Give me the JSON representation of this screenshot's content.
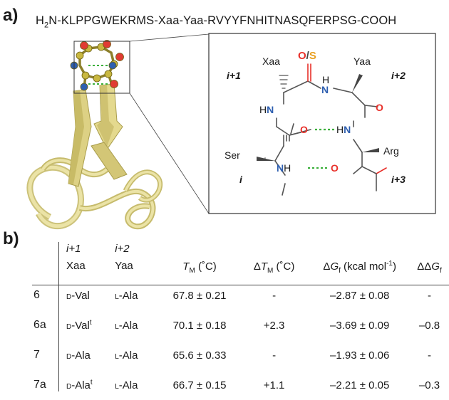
{
  "panel_a": {
    "label": "a)",
    "sequence": {
      "prefix_h": "H",
      "prefix_sub": "2",
      "body": "N-KLPPGWEKRMS-Xaa-Yaa-RVYYFNHITNASQFERPSG-COOH"
    },
    "scheme": {
      "xaa": "Xaa",
      "yaa": "Yaa",
      "i1": "i+1",
      "i2": "i+2",
      "i": "i",
      "i3": "i+3",
      "ser": "Ser",
      "arg": "Arg",
      "o_label": "O",
      "slash": "/",
      "s_label": "S",
      "h": "H",
      "n": "N",
      "o": "O"
    },
    "colors": {
      "oxygen": "#e8302a",
      "nitrogen": "#2e5fb0",
      "sulfur": "#e8a021",
      "hbond": "#3cb03c",
      "ribbon": "#d8cc7a"
    }
  },
  "panel_b": {
    "label": "b)",
    "headers": {
      "i1": "i+1",
      "i2": "i+2",
      "xaa": "Xaa",
      "yaa": "Yaa",
      "tm_T": "T",
      "tm_sub": "M",
      "tm_unit": " (˚C)",
      "dtm_delta": "Δ",
      "dtm_T": "T",
      "dtm_sub": "M",
      "dtm_unit": " (˚C)",
      "dg_delta": "Δ",
      "dg_G": "G",
      "dg_sub": "f",
      "dg_unit": " (kcal mol",
      "dg_sup": "-1",
      "dg_close": ")",
      "ddg_delta": "ΔΔ",
      "ddg_G": "G",
      "ddg_sub": "f"
    },
    "rows": [
      {
        "id": "6",
        "xaa_pre": "d",
        "xaa": "-Val",
        "xaa_sup": "",
        "yaa_pre": "l",
        "yaa": "-Ala",
        "tm": "67.8 ± 0.21",
        "dtm": "-",
        "dg": "–2.87 ± 0.08",
        "ddg": "-"
      },
      {
        "id": "6a",
        "xaa_pre": "d",
        "xaa": "-Val",
        "xaa_sup": "t",
        "yaa_pre": "l",
        "yaa": "-Ala",
        "tm": "70.1 ± 0.18",
        "dtm": "+2.3",
        "dg": "–3.69 ± 0.09",
        "ddg": "–0.8"
      },
      {
        "id": "7",
        "xaa_pre": "d",
        "xaa": "-Ala",
        "xaa_sup": "",
        "yaa_pre": "l",
        "yaa": "-Ala",
        "tm": "65.6 ± 0.33",
        "dtm": "-",
        "dg": "–1.93 ± 0.06",
        "ddg": "-"
      },
      {
        "id": "7a",
        "xaa_pre": "d",
        "xaa": "-Ala",
        "xaa_sup": "t",
        "yaa_pre": "l",
        "yaa": "-Ala",
        "tm": "66.7 ± 0.15",
        "dtm": "+1.1",
        "dg": "–2.21 ± 0.05",
        "ddg": "–0.3"
      }
    ]
  }
}
